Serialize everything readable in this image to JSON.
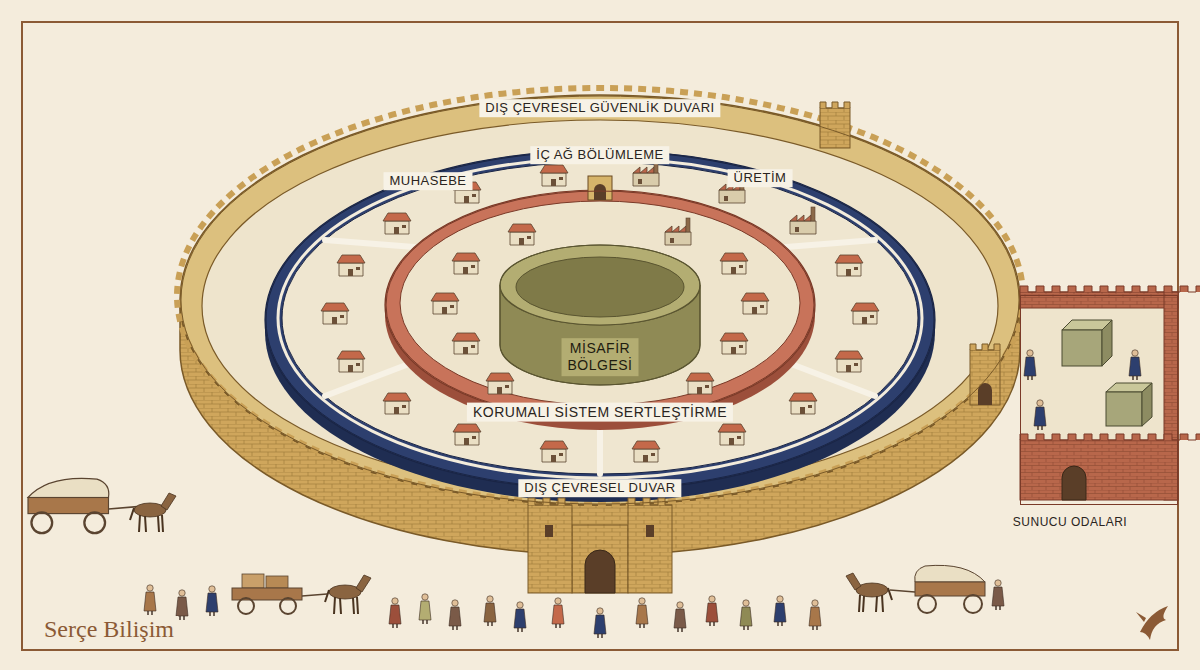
{
  "diagram": {
    "nodes": [
      {
        "text": [
          "DIŞ ÇEVRESEL GÜVENLİK DUVARI"
        ]
      },
      {
        "text": [
          "MUHASEBE",
          "İÇ AĞ BÖLÜMLEME",
          "ÜRETİM",
          "DIŞ ÇEVRESEL DUVAR"
        ],
        "in": 0
      },
      {
        "text": [
          "KORUMALI SİSTEM SERTLEŞTİRME"
        ],
        "in": 1
      },
      {
        "text": [
          "MİSAFİR BÖLGESİ"
        ],
        "in": 2
      },
      {
        "text": [
          "SUNUCU ODALARI"
        ]
      }
    ],
    "labels": [
      "Serçe Bilişim"
    ]
  }
}
